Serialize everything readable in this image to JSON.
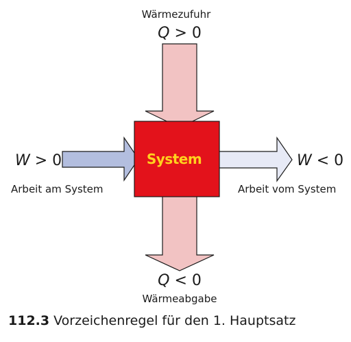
{
  "diagram": {
    "top": {
      "label": "Wärmezufuhr",
      "var": "Q",
      "rel": " > 0"
    },
    "bottom": {
      "label": "Wärmeabgabe",
      "var": "Q",
      "rel": " < 0"
    },
    "left": {
      "label": "Arbeit am System",
      "var": "W",
      "rel": " > 0"
    },
    "right": {
      "label": "Arbeit vom System",
      "var": "W",
      "rel": " < 0"
    },
    "system_label": "System"
  },
  "caption": {
    "number": "112.3",
    "text": " Vorzeichenregel für den 1. Hauptsatz"
  },
  "colors": {
    "system_fill": "#e3121b",
    "system_text": "#ffd21e",
    "heat_arrow": "#f2c3c3",
    "work_in_arrow": "#b3bedf",
    "work_out_arrow": "#e7eaf6",
    "outline": "#1a1a1a"
  }
}
